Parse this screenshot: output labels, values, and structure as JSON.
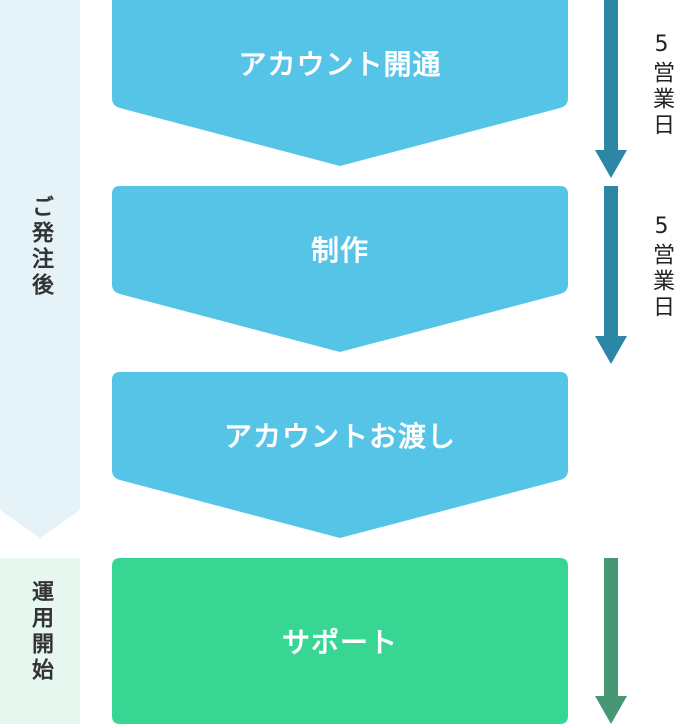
{
  "phases": [
    {
      "label": "ご発注後"
    },
    {
      "label": "運用開始"
    }
  ],
  "steps": [
    {
      "label": "アカウント開通"
    },
    {
      "label": "制作"
    },
    {
      "label": "アカウントお渡し"
    },
    {
      "label": "サポート"
    }
  ],
  "durations": [
    {
      "label": "5営業日"
    },
    {
      "label": "5営業日"
    }
  ],
  "colors": {
    "step_blue": "#56c4e6",
    "step_green": "#38d693",
    "band_blue": "#e5f2f8",
    "band_green": "#e5f7ef",
    "arrow_blue": "#2b87a4",
    "arrow_green": "#479774"
  }
}
